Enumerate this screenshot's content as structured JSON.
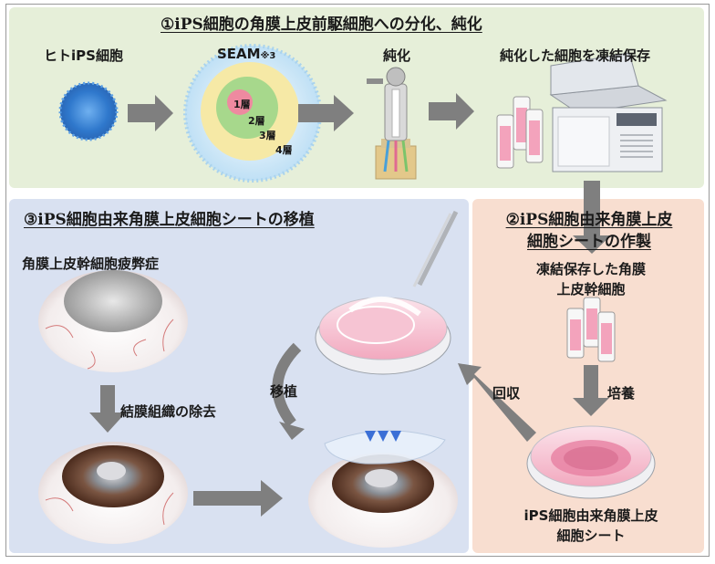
{
  "section1": {
    "title": "①iPS細胞の角膜上皮前駆細胞への分化、純化",
    "label_hips": "ヒトiPS細胞",
    "label_seam": "SEAM",
    "label_seam_note": "※3",
    "label_purify": "純化",
    "label_freeze": "純化した細胞を凍結保存",
    "layer1": "1層",
    "layer2": "2層",
    "layer3": "3層",
    "layer4": "4層"
  },
  "section2": {
    "title_line1": "②iPS細胞由来角膜上皮",
    "title_line2": "細胞シートの作製",
    "frozen_line1": "凍結保存した角膜",
    "frozen_line2": "上皮幹細胞",
    "culture": "培養",
    "sheet_line1": "iPS細胞由来角膜上皮",
    "sheet_line2": "細胞シート"
  },
  "section3": {
    "title": "③iPS細胞由来角膜上皮細胞シートの移植",
    "disease": "角膜上皮幹細胞疲弊症",
    "removal": "結膜組織の除去",
    "transplant": "移植",
    "collect": "回収"
  },
  "colors": {
    "panel1": "#e6efd9",
    "panel2": "#f8ded0",
    "panel3": "#d9e1f1",
    "arrow": "#7f7f7f",
    "ips_blue": "#3a7fd0"
  }
}
